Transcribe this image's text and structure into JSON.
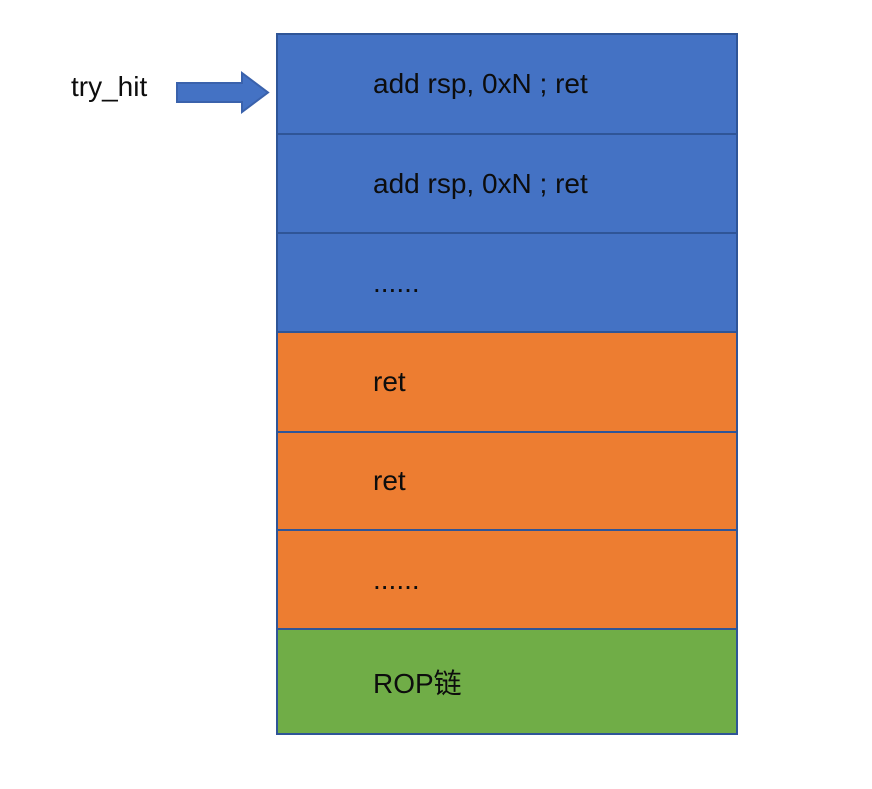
{
  "diagram": {
    "title": "rop-slide-stack-diagram",
    "pointer_label": "try_hit",
    "arrow_icon": "right-arrow"
  },
  "stack": {
    "cells": [
      {
        "label": "add rsp, 0xN ; ret",
        "color": "#4472C4",
        "group": "slide-gadget"
      },
      {
        "label": "add rsp, 0xN ; ret",
        "color": "#4472C4",
        "group": "slide-gadget"
      },
      {
        "label": "......",
        "color": "#4472C4",
        "group": "slide-gadget"
      },
      {
        "label": "ret",
        "color": "#ED7D31",
        "group": "ret-sled"
      },
      {
        "label": "ret",
        "color": "#ED7D31",
        "group": "ret-sled"
      },
      {
        "label": "......",
        "color": "#ED7D31",
        "group": "ret-sled"
      },
      {
        "label": "ROP链",
        "color": "#70AD47",
        "group": "rop-chain"
      }
    ]
  },
  "colors": {
    "gadget_blue": "#4472C4",
    "ret_orange": "#ED7D31",
    "rop_green": "#70AD47",
    "border_blue": "#2F5597",
    "arrow_fill": "#4472C4",
    "arrow_stroke": "#3A62AC",
    "text": "#0d0d0d",
    "background": "#ffffff"
  }
}
